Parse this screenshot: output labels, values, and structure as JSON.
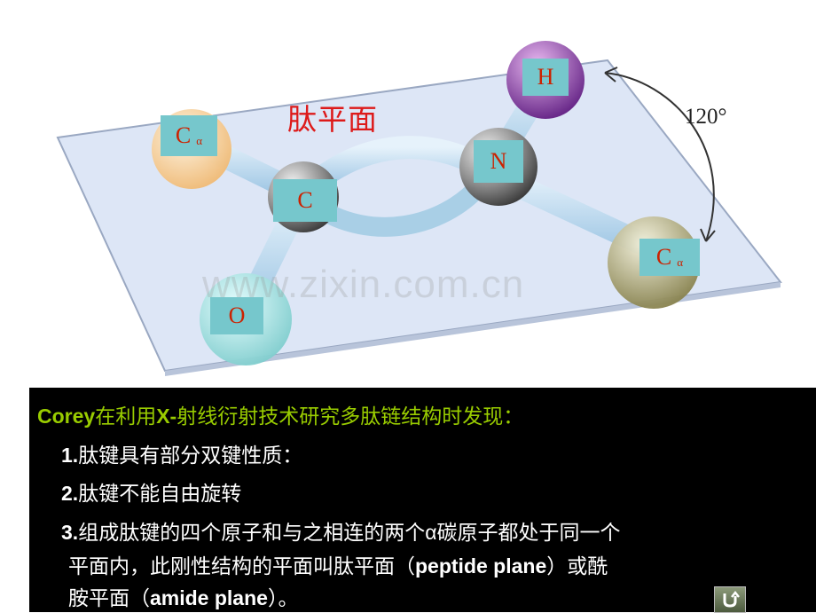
{
  "diagram": {
    "plane_title": "肽平面",
    "angle_label": "120°",
    "watermark": "www.zixin.com.cn",
    "atoms": {
      "ca_left": {
        "symbol": "C",
        "sub": "α"
      },
      "c": {
        "symbol": "C"
      },
      "o": {
        "symbol": "O"
      },
      "n": {
        "symbol": "N"
      },
      "h": {
        "symbol": "H"
      },
      "ca_right": {
        "symbol": "C",
        "sub": "α"
      }
    },
    "colors": {
      "label_box": "#76c7cc",
      "label_text": "#cc2200",
      "plane": "#dfe6f5",
      "title": "#dd1a1a"
    }
  },
  "text": {
    "intro_name": "Corey",
    "intro_part1": "在利用",
    "intro_xray": "X-",
    "intro_part2": "射线衍射技术研究多肽链结构时发现：",
    "p1_num": "1.",
    "p1_text": "肽键具有部分双键性质：",
    "p2_num": "2.",
    "p2_text": "肽键不能自由旋转",
    "p3_num": "3.",
    "p3_text": "组成肽键的四个原子和与之相连的两个α碳原子都处于同一个",
    "p3_line2_a": "平面内，此刚性结构的平面叫肽平面（",
    "p3_line2_b": "peptide plane",
    "p3_line2_c": "）或酰",
    "p3_line3_a": "胺平面（",
    "p3_line3_b": "amide plane",
    "p3_line3_c": "）。"
  },
  "nav": {
    "back_icon": "return-arrow-icon"
  }
}
